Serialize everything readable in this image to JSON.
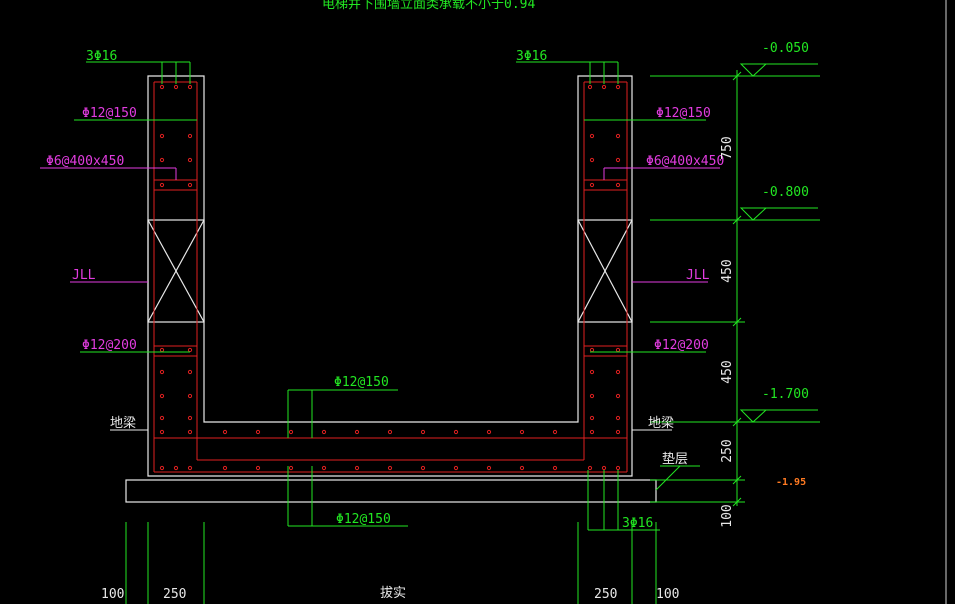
{
  "labels": {
    "top_note": "电梯井下围墙立面类承载不小于0.94",
    "top_left_bars": "3Φ16",
    "top_right_bars": "3Φ16",
    "left_stirrup_upper": "Φ12@150",
    "right_stirrup_upper": "Φ12@150",
    "left_tie": "Φ6@400x450",
    "right_tie": "Φ6@400x450",
    "left_beam": "JLL",
    "right_beam": "JLL",
    "left_stirrup_lower": "Φ12@200",
    "right_stirrup_lower": "Φ12@200",
    "slab_top": "Φ12@150",
    "slab_bottom": "Φ12@150",
    "bottom_bars": "3Φ16",
    "left_ground_beam": "地梁",
    "right_ground_beam": "地梁",
    "cushion": "垫层",
    "fill": "拔实"
  },
  "elevations": {
    "e1": "-0.050",
    "e2": "-0.800",
    "e3": "-1.700",
    "e4": "-1.95"
  },
  "dimensions": {
    "d750": "750",
    "d450a": "450",
    "d450b": "450",
    "d250": "250",
    "d100": "100",
    "bottom_left_100": "100",
    "bottom_left_250": "250",
    "bottom_right_250": "250",
    "bottom_right_100": "100"
  },
  "colors": {
    "background": "#000000",
    "outline": "#e8e8e8",
    "rebar": "#e02020",
    "leader": "#22e622",
    "label_magenta": "#e23ce0",
    "elevation_orange": "#ff7a22"
  }
}
